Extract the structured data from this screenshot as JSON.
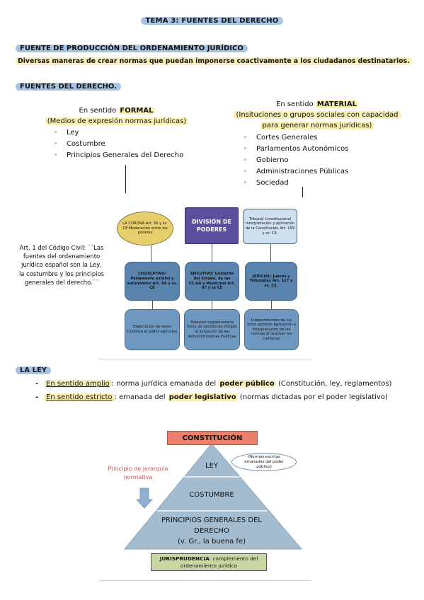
{
  "title": "TEMA 3: FUENTES DEL DERECHO",
  "section1": {
    "heading": "FUENTE DE PRODUCCIÓN DEL ORDENAMIENTO JURÍDICO",
    "definition": "Diversas maneras de crear normas que puedan imponerse coactivamente a los ciudadanos destinatarios."
  },
  "section2": {
    "heading": "FUENTES DEL DERECHO.",
    "formal": {
      "prefix": "En sentido ",
      "label": "FORMAL",
      "subtitle": "(Medios de expresión normas jurídicas)",
      "items": [
        "Ley",
        "Costumbre",
        "Principios Generales del Derecho"
      ]
    },
    "material": {
      "prefix": "En sentido ",
      "label": "MATERIAL",
      "subtitle_1": "(Insituciones o grupos sociales con capacidad",
      "subtitle_2": "para generar normas jurídicas)",
      "items": [
        "Cortes Generales",
        "Parlamentos Autonómicos",
        "Gobierno",
        "Administraciones Públicas",
        "Sociedad"
      ]
    },
    "civil_code_note": "Art. 1 del Código Civil: ´´Las fuentes del ordenamiento jurídico español son la Ley, la costumbre y los principios generales del derecho.´´"
  },
  "diagram": {
    "corona": "LA CORONA Art. 56 y ss. CE Moderación entre los poderes",
    "division": "DIVISIÓN DE PODERES",
    "tribunal": "Tribunal Constitucional Interpretación y aplicación de la Constitución Art. 159 y ss. CE.",
    "legislativo": "LEGISLATIVO: Parlamento estatal y autonómico Art. 66 y ss. CE",
    "ejecutivo": "EJECUTIVO: Gobierno del Estado, de las CC.AA y Municipal Art. 97 y ss CE",
    "judicial": "JUDICIAL: Jueces y Tribunales Art. 117 y ss. CE.",
    "leg_detail": "Elaboración de leyes Controla al poder ejecutivo",
    "eje_detail": "Potestad reglamentaria Toma de decisiones Dirigen la actuación de las Administraciones Públicas",
    "jud_detail": "Independientes de los otros poderes Aplicación e interpretación de las normas al resolver los conflictos"
  },
  "section3": {
    "heading": "LA LEY",
    "amplio": {
      "term": "En sentido amplio",
      "text_1": ": norma jurídica emanada del ",
      "highlight": "poder público",
      "text_2": " (Constitución, ley, reglamentos)"
    },
    "estricto": {
      "term": "En sentido estricto",
      "text_1": ": emanada del ",
      "highlight": "poder legislativo",
      "text_2": " (normas dictadas por el poder legislativo)"
    }
  },
  "pyramid": {
    "constitucion": "CONSTITUCIÓN",
    "ley": "LEY",
    "costumbre": "COSTUMBRE",
    "principios_1": "PRINCIPIOS GENERALES DEL",
    "principios_2": "DERECHO",
    "principios_3": "(v. Gr., la buena fe)",
    "jerarquia_1": "Principio de jerarquía",
    "jerarquia_2": "normativa",
    "ley_note": "(Normas escritas emanadas del poder público)",
    "jurisprudencia_label": "JURISPRUDENCIA",
    "jurisprudencia_text": ": complemento del ordenamiento jurídico"
  },
  "colors": {
    "heading_highlight": "#a9c4e2",
    "yellow_highlight": "#fbf1b6",
    "constitucion_box": "#e8806c",
    "pyramid": "#a4bccf",
    "jurisprudencia_box": "#c9d7a4",
    "arrow": "#8fb0d0",
    "jerarquia_text": "#d9534f"
  }
}
